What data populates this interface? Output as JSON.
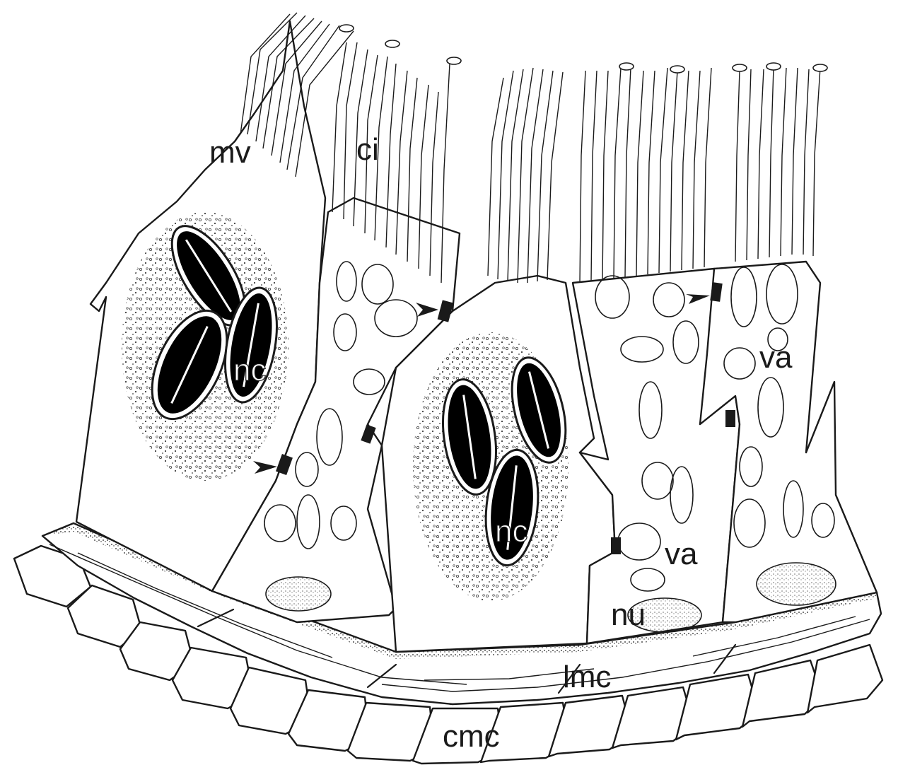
{
  "labels": {
    "mv": "mv",
    "ci": "ci",
    "nc_left": "nc",
    "nc_center": "nc",
    "va_right": "va",
    "va_lower": "va",
    "nu": "nu",
    "lmc": "lmc",
    "cmc": "cmc"
  },
  "colors": {
    "ink": "#1a1a1a",
    "background": "#ffffff",
    "nematocyst_fill": "#000000"
  }
}
